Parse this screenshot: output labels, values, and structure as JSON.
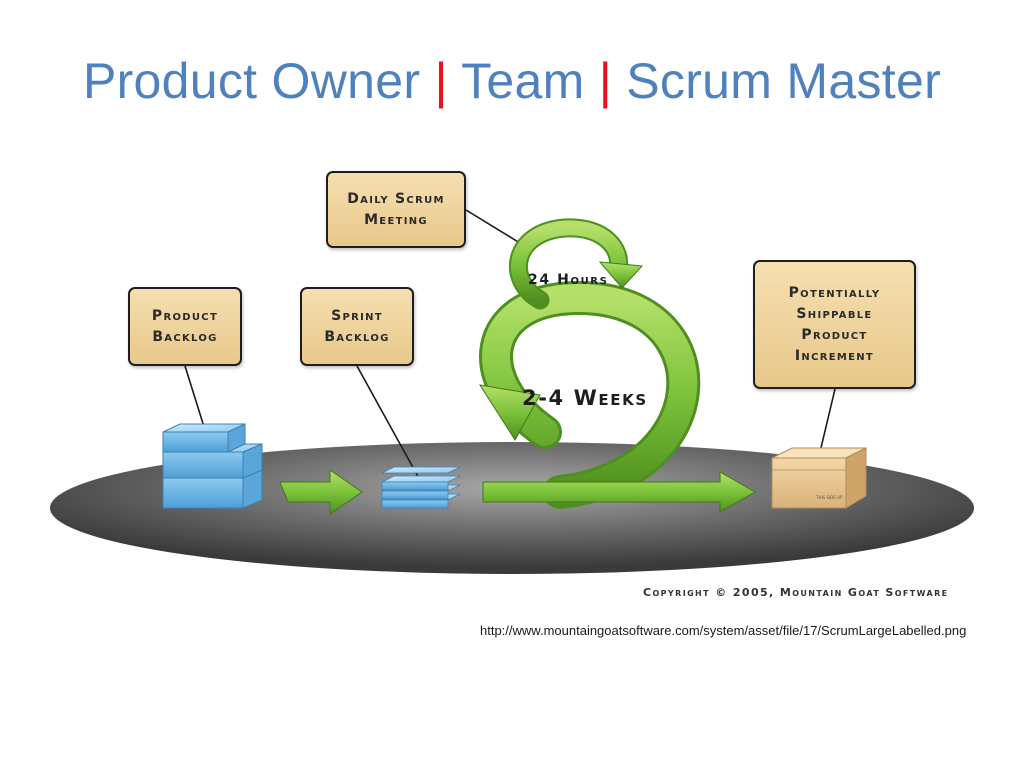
{
  "title": {
    "part1": "Product Owner",
    "separator": "|",
    "part2": "Team",
    "part3": "Scrum Master"
  },
  "diagram": {
    "labels": {
      "product_backlog": "Product\nBacklog",
      "sprint_backlog": "Sprint\nBacklog",
      "daily_scrum": "Daily Scrum\nMeeting",
      "shippable_increment": "Potentially\nShippable\nProduct\nIncrement"
    },
    "cycle_small": "24 Hours",
    "cycle_large": "2-4 Weeks",
    "box_stamp": "THIS SIDE UP",
    "copyright": "Copyright © 2005, Mountain Goat Software"
  },
  "source_url": "http://www.mountaingoatsoftware.com/system/asset/file/17/ScrumLargeLabelled.png",
  "colors": {
    "title": "#4f81bd",
    "separator": "#e8141d",
    "label_fill": "#ecd29c",
    "arrow_green": "#7dc23a",
    "stage": "#4a4a4a",
    "backlog_blue": "#7fc0e8"
  }
}
